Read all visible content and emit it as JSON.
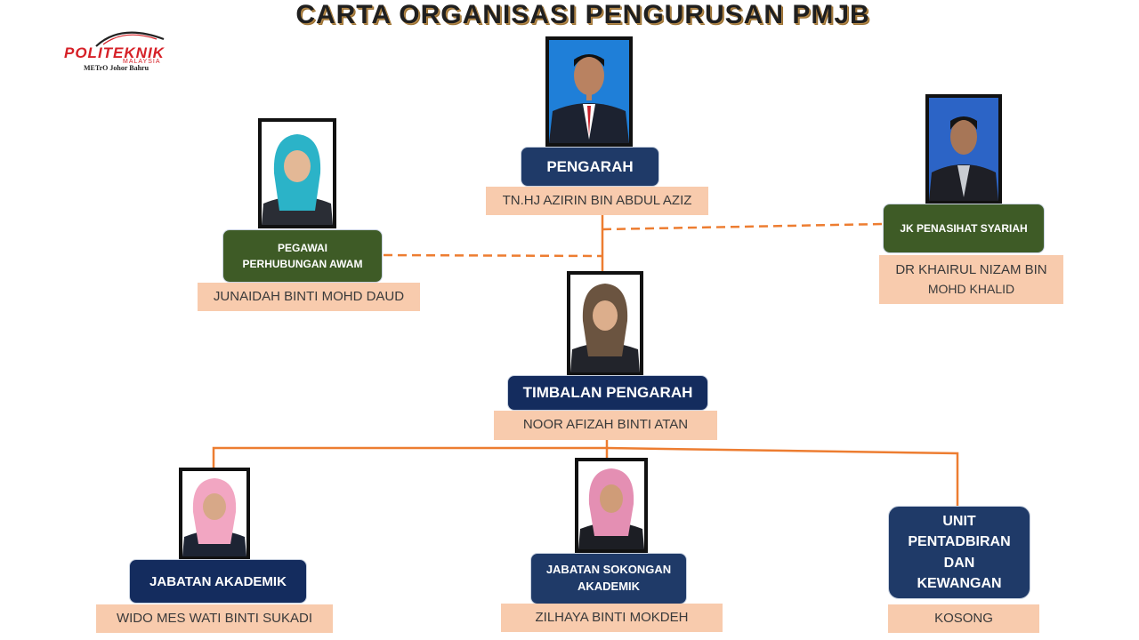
{
  "title": "CARTA ORGANISASI PENGURUSAN PMJB",
  "logo": {
    "word": "POLITEKNIK",
    "sub": "MALAYSIA",
    "campus": "METrO Johor Bahru"
  },
  "colors": {
    "title_text": "#1f1f1f",
    "title_shadow": "#b68a4a",
    "logo_red": "#d62027",
    "box_blue": "#1f3a68",
    "box_navy": "#142c5e",
    "box_green": "#3e5b26",
    "name_fill": "#f8cbad",
    "connector": "#ed7d31"
  },
  "nodes": {
    "pengarah": {
      "role": "PENGARAH",
      "name": "TN.HJ AZIRIN BIN ABDUL AZIZ",
      "icon": "portrait-man-icon"
    },
    "pegawai_perhubungan": {
      "role_line1": "PEGAWAI",
      "role_line2": "PERHUBUNGAN AWAM",
      "name": "JUNAIDAH BINTI MOHD DAUD",
      "icon": "portrait-woman-hijab-icon"
    },
    "jk_penasihat": {
      "role": "JK PENASIHAT SYARIAH",
      "name_line1": "DR KHAIRUL NIZAM BIN",
      "name_line2": "MOHD KHALID",
      "icon": "portrait-man-icon"
    },
    "timbalan_pengarah": {
      "role": "TIMBALAN PENGARAH",
      "name": "NOOR AFIZAH BINTI ATAN",
      "icon": "portrait-woman-hijab-icon"
    },
    "jabatan_akademik": {
      "role": "JABATAN AKADEMIK",
      "name": "WIDO MES WATI BINTI SUKADI",
      "icon": "portrait-woman-hijab-icon"
    },
    "jabatan_sokongan": {
      "role_line1": "JABATAN SOKONGAN",
      "role_line2": "AKADEMIK",
      "name": "ZILHAYA BINTI MOKDEH",
      "icon": "portrait-woman-hijab-icon"
    },
    "unit_pentadbiran": {
      "role_line1": "UNIT",
      "role_line2": "PENTADBIRAN",
      "role_line3": "DAN",
      "role_line4": "KEWANGAN",
      "name": "KOSONG"
    }
  }
}
